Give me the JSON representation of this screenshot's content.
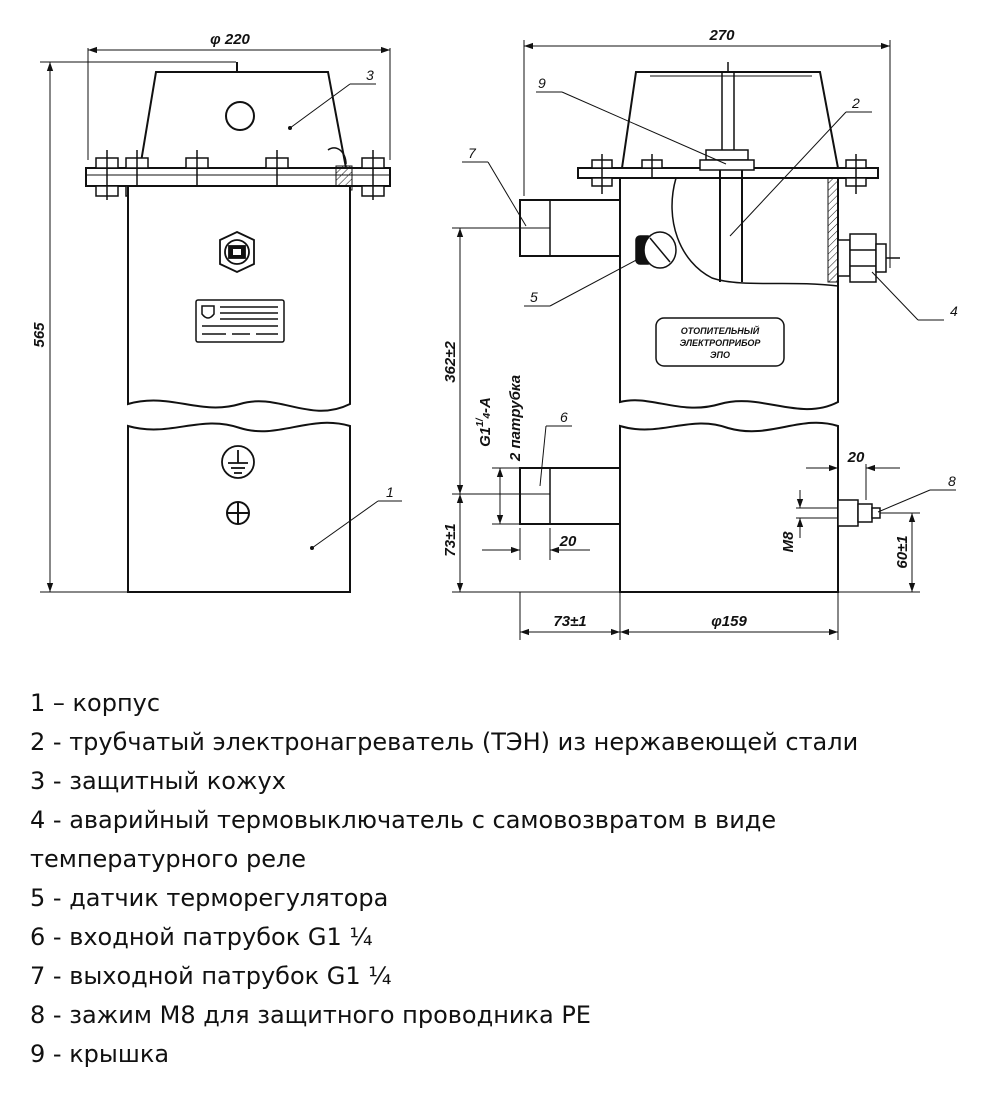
{
  "dimensions": {
    "diameter_top": "φ 220",
    "width_total": "270",
    "height_total": "565",
    "height_upper": "362±2",
    "inlet_height": "73±1",
    "inlet_len": "73±1",
    "nozzle_len": "20",
    "clamp_len": "20",
    "clamp_height": "60±1",
    "diameter_body": "φ159",
    "clamp_thread": "M8",
    "thread_main": "G1",
    "thread_num": "1",
    "thread_den": "4",
    "thread_suffix": "-A",
    "nozzle_count": "2 патрубка"
  },
  "callouts": [
    "1",
    "2",
    "3",
    "4",
    "5",
    "6",
    "7",
    "8",
    "9"
  ],
  "nameplate": [
    "ОТОПИТЕЛЬНЫЙ",
    "ЭЛЕКТРОПРИБОР",
    "ЭПО"
  ],
  "legend": [
    "1 – корпус",
    "2 - трубчатый электронагреватель (ТЭН) из нержавеющей стали",
    "3 - защитный кожух",
    "4 - аварийный термовыключатель с самовозвратом в виде",
    "температурного реле",
    "5 - датчик терморегулятора",
    "6 - входной патрубок G1 ¼",
    "7 - выходной патрубок G1 ¼",
    "8 - зажим М8 для защитного проводника РЕ",
    "9 - крышка"
  ]
}
